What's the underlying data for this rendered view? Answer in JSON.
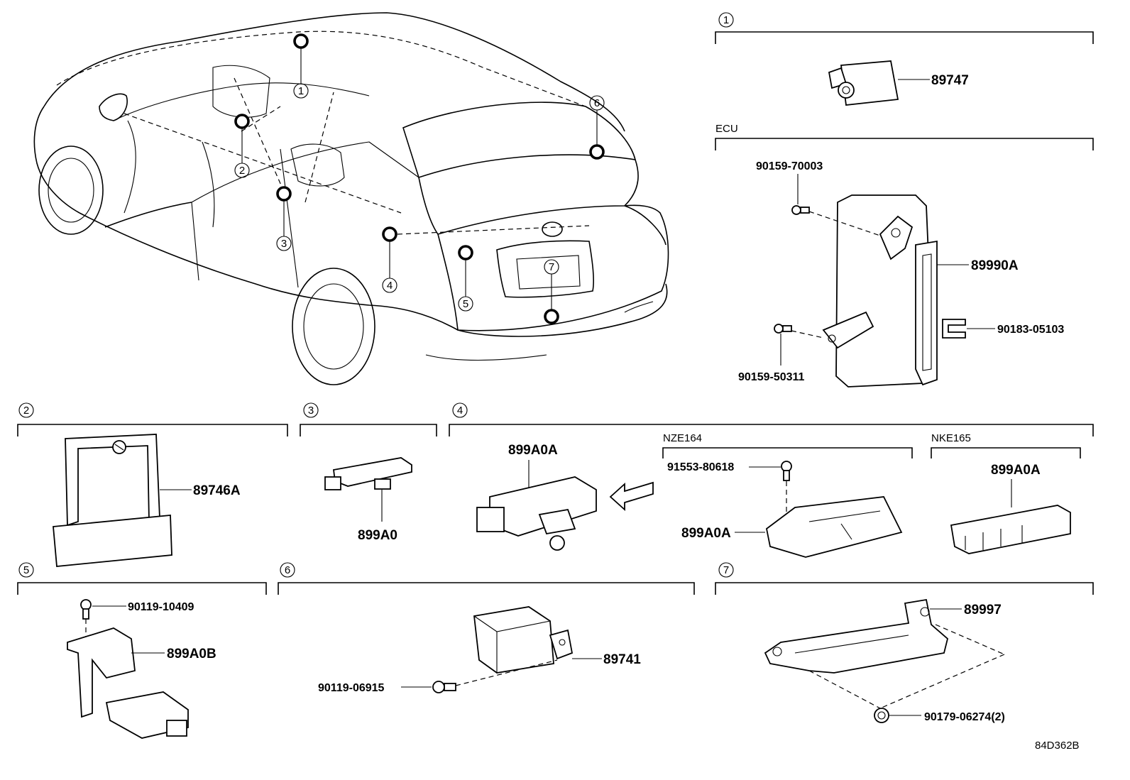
{
  "sections": {
    "s1": {
      "number": "1"
    },
    "ecu": {
      "title": "ECU"
    },
    "s2": {
      "number": "2"
    },
    "s3": {
      "number": "3"
    },
    "s4": {
      "number": "4"
    },
    "s4_nze": {
      "title": "NZE164"
    },
    "s4_nke": {
      "title": "NKE165"
    },
    "s5": {
      "number": "5"
    },
    "s6": {
      "number": "6"
    },
    "s7": {
      "number": "7"
    }
  },
  "locator_callouts": [
    "1",
    "2",
    "3",
    "4",
    "5",
    "6",
    "7"
  ],
  "parts": {
    "s1_sensor": "89747",
    "ecu_bolt_top": "90159-70003",
    "ecu_unit": "89990A",
    "ecu_clip": "90183-05103",
    "ecu_bolt_bottom": "90159-50311",
    "s2_bracket": "89746A",
    "s3_antenna": "899A0",
    "s4_antenna": "899A0A",
    "s4_nze_bolt": "91553-80618",
    "s4_nze_antenna": "899A0A",
    "s4_nke_antenna": "899A0A",
    "s5_bolt": "90119-10409",
    "s5_antenna": "899A0B",
    "s6_bolt": "90119-06915",
    "s6_unit": "89741",
    "s7_antenna": "89997",
    "s7_nut": "90179-06274(2)"
  },
  "figure_code": "84D362B"
}
